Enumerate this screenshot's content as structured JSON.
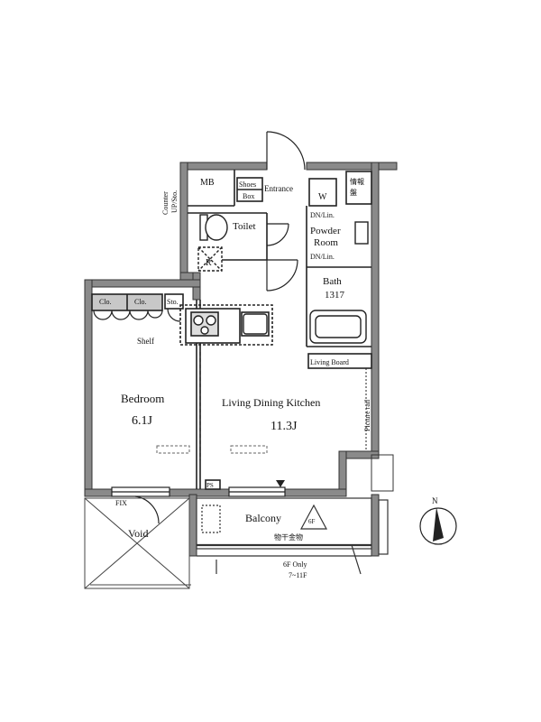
{
  "labels": {
    "mb": "MB",
    "shoes_line1": "Shoes",
    "shoes_line2": "Box",
    "entrance": "Entrance",
    "w": "W",
    "info_line1": "情報",
    "info_line2": "盤",
    "counter_line1": "Counter",
    "counter_line2": "UP/Sto.",
    "toilet": "Toilet",
    "dn_lin_1": "DN/Lin.",
    "powder_line1": "Powder",
    "powder_line2": "Room",
    "dn_lin_2": "DN/Lin.",
    "r": "R",
    "bath": "Bath",
    "bath_size": "1317",
    "clo_1": "Clo.",
    "clo_2": "Clo.",
    "sto": "Sto.",
    "shelf": "Shelf",
    "living_board": "Living Board",
    "bedroom": "Bedroom",
    "bedroom_size": "6.1J",
    "ldk": "Living Dining  Kitchen",
    "ldk_size": "11.3J",
    "picture_rail": "Picture rail",
    "ps": "PS",
    "fix": "FIX",
    "void": "Void",
    "balcony": "Balcony",
    "sixf": "6F",
    "monohoshi": "物干金物",
    "floor_6f": "6F Only",
    "floor_7_11": "7~11F",
    "north": "N"
  },
  "colors": {
    "wall": "#3a3a3a",
    "wall_fill": "#8a8a8a",
    "line": "#222222",
    "fixture_fill": "#c8c8c8"
  }
}
